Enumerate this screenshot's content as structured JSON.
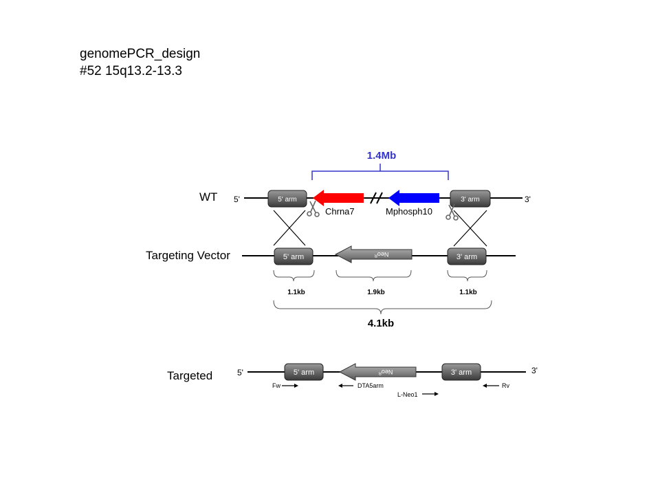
{
  "header": {
    "title": "genomePCR_design",
    "subtitle": "#52 15q13.2-13.3"
  },
  "wt": {
    "row_label": "WT",
    "end5": "5'",
    "end3": "3'",
    "span_label": "1.4Mb",
    "arm5": "5' arm",
    "arm3": "3' arm",
    "gene1": "Chrna7",
    "gene2": "Mphosph10"
  },
  "vector": {
    "row_label": "Targeting Vector",
    "arm5": "5' arm",
    "arm3": "3' arm",
    "cassette": "Neo",
    "cassette_sup": "R",
    "size_arm5": "1.1kb",
    "size_cassette": "1.9kb",
    "size_arm3": "1.1kb",
    "size_total": "4.1kb"
  },
  "targeted": {
    "row_label": "Targeted",
    "end5": "5'",
    "end3": "3'",
    "arm5": "5' arm",
    "arm3": "3' arm",
    "cassette": "Neo",
    "cassette_sup": "R",
    "primer_fw": "Fw",
    "primer_dta": "DTA5arm",
    "primer_lneo": "L-Neo1",
    "primer_rv": "Rv"
  },
  "colors": {
    "span_bracket": "#3333cc",
    "chrna7_arrow": "#ff0000",
    "mphosph10_arrow": "#0000ff",
    "arm_fill": "#777777",
    "cassette_fill": "#888888"
  }
}
